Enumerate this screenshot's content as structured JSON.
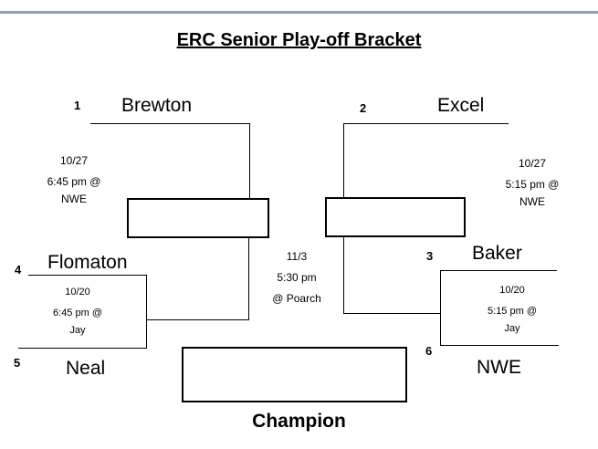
{
  "title": "ERC Senior Play-off Bracket",
  "champion_label": "Champion",
  "teams": {
    "brewton": {
      "seed": "1",
      "name": "Brewton"
    },
    "excel": {
      "seed": "2",
      "name": "Excel"
    },
    "baker": {
      "seed": "3",
      "name": "Baker"
    },
    "flomaton": {
      "seed": "4",
      "name": "Flomaton"
    },
    "neal": {
      "seed": "5",
      "name": "Neal"
    },
    "nwe": {
      "seed": "6",
      "name": "NWE"
    }
  },
  "games": {
    "left_semi": {
      "date": "10/27",
      "time": "6:45 pm @",
      "site": "NWE"
    },
    "right_semi": {
      "date": "10/27",
      "time": "5:15 pm @",
      "site": "NWE"
    },
    "left_quarter": {
      "date": "10/20",
      "time": "6:45 pm @",
      "site": "Jay"
    },
    "right_quarter": {
      "date": "10/20",
      "time": "5:15 pm @",
      "site": "Jay"
    },
    "final": {
      "date": "11/3",
      "time": "5:30 pm",
      "site": "@ Poarch"
    }
  }
}
